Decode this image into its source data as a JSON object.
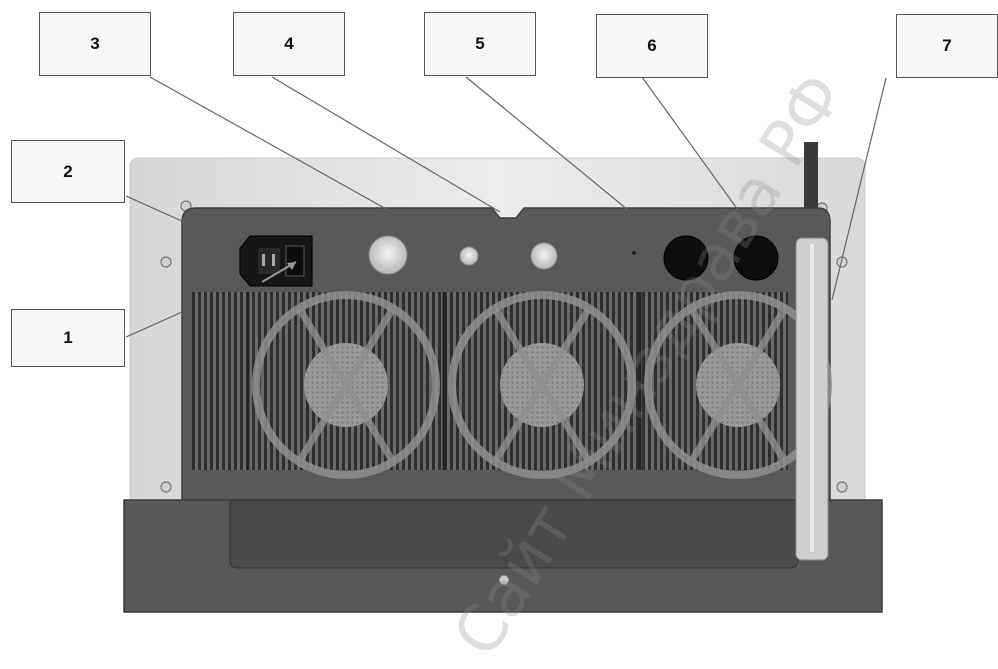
{
  "callouts": [
    "1",
    "2",
    "3",
    "4",
    "5",
    "6",
    "7"
  ],
  "watermark": "Сайт Минздрава РФ",
  "colors": {
    "panel": "#5a5a5a",
    "panel_dark": "#444444",
    "plate": "#e4e4e4",
    "connector": "#111111",
    "fan_grey": "#8a8a8a"
  },
  "icons": [
    "power-inlet-icon",
    "power-switch-icon",
    "round-port-icon",
    "fan-grille-icon",
    "screw-icon",
    "antenna-icon"
  ]
}
